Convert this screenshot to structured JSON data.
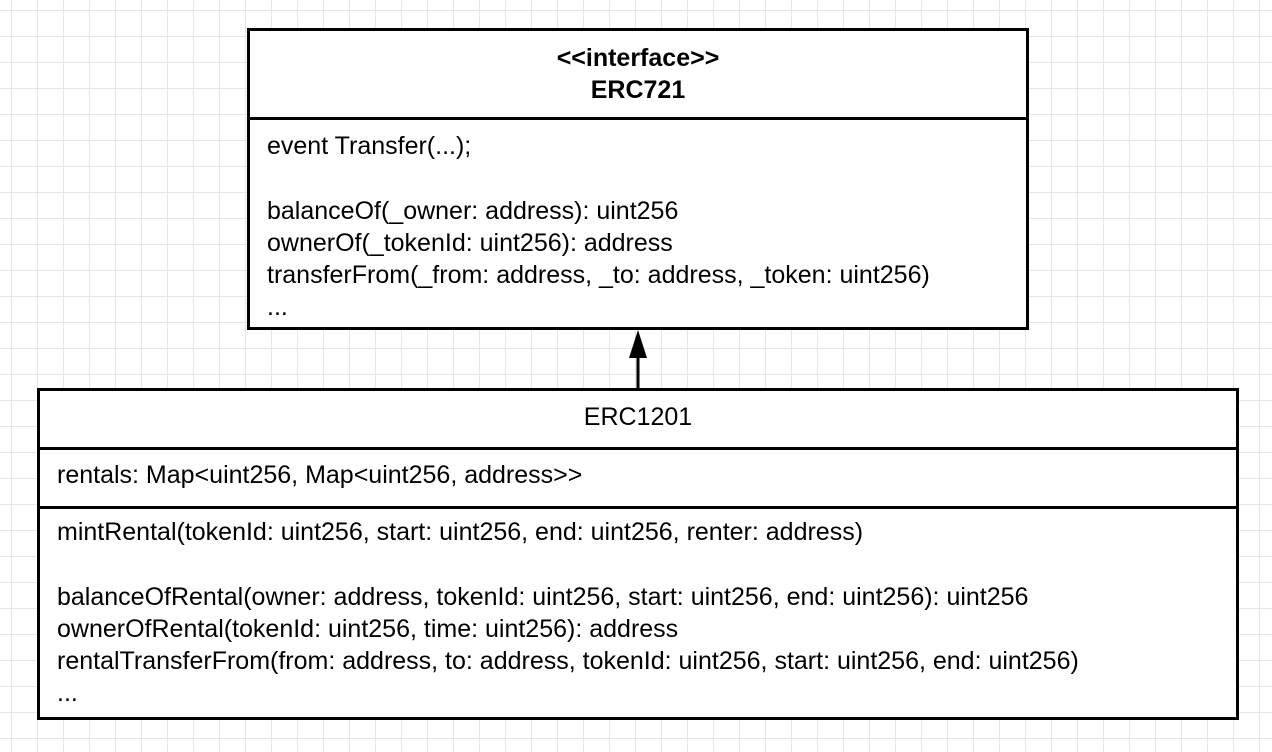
{
  "interface_box": {
    "stereotype": "<<interface>>",
    "name": "ERC721",
    "members": [
      "event Transfer(...);",
      "",
      "balanceOf(_owner: address): uint256",
      "ownerOf(_tokenId: uint256): address",
      "transferFrom(_from: address, _to: address, _token: uint256)",
      "..."
    ]
  },
  "class_box": {
    "name": "ERC1201",
    "attributes": [
      "rentals: Map<uint256, Map<uint256, address>>"
    ],
    "operations": [
      "mintRental(tokenId: uint256, start: uint256, end: uint256, renter: address)",
      "",
      "balanceOfRental(owner: address, tokenId: uint256, start: uint256, end: uint256): uint256",
      "ownerOfRental(tokenId: uint256, time: uint256): address",
      "rentalTransferFrom(from: address, to: address, tokenId: uint256, start: uint256, end: uint256)",
      "..."
    ]
  },
  "relationship": {
    "type": "inheritance",
    "from": "ERC1201",
    "to": "ERC721"
  }
}
